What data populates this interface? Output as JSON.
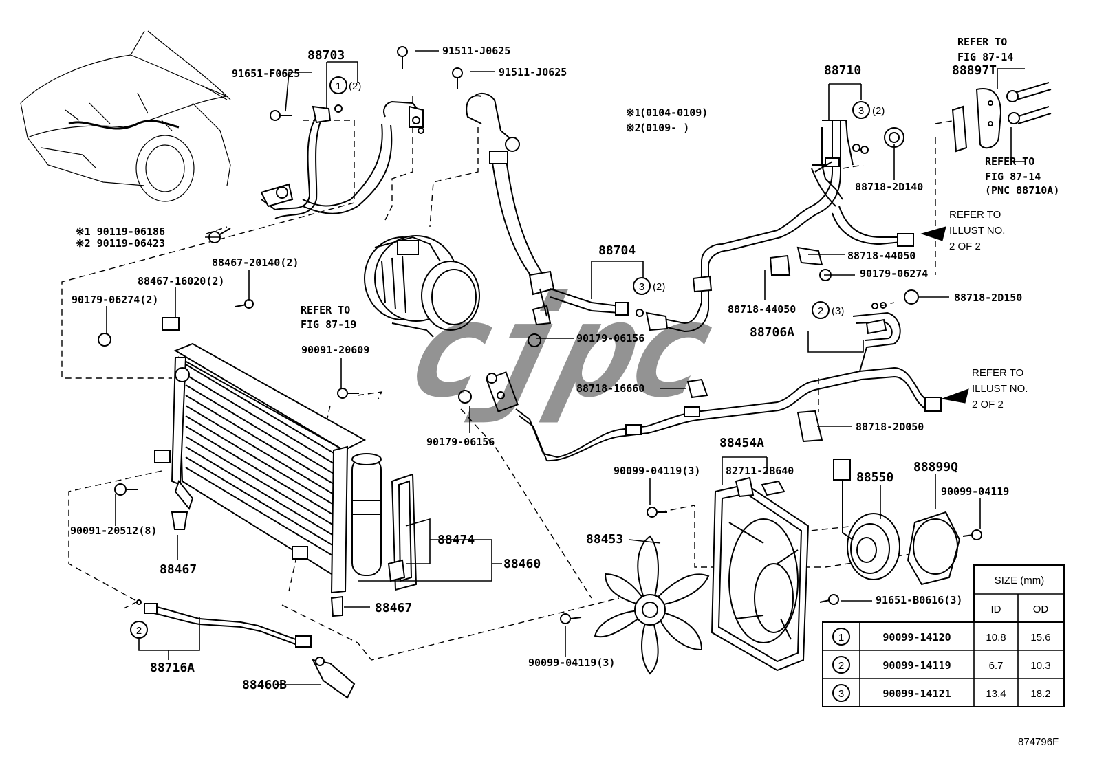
{
  "watermark": "cjpc",
  "figure_id": "874796F",
  "notes": [
    {
      "mark": "※1",
      "text": "(0104-0109)"
    },
    {
      "mark": "※2",
      "text": "(0109-    )"
    }
  ],
  "refs": {
    "fig8714_top": [
      "REFER TO",
      "FIG 87-14"
    ],
    "fig8714_right": [
      "REFER TO",
      "FIG 87-14",
      "(PNC 88710A)"
    ],
    "illust_top": [
      "REFER TO",
      "ILLUST NO.",
      "2 OF 2"
    ],
    "illust_bottom": [
      "REFER TO",
      "ILLUST NO.",
      "2 OF 2"
    ],
    "fig8719": [
      "REFER TO",
      "FIG 87-19"
    ]
  },
  "labels": {
    "p88703": "88703",
    "p91651F": "91651-F0625",
    "p91511a": "91511-J0625",
    "p91511b": "91511-J0625",
    "p90119a": "※1 90119-06186",
    "p90119b": "※2 90119-06423",
    "p88467_20140": "88467-20140(2)",
    "p88467_16020": "88467-16020(2)",
    "p90179_2": "90179-06274(2)",
    "p90091_20609": "90091-20609",
    "p90091_20512": "90091-20512(8)",
    "p88467a": "88467",
    "p88467b": "88467",
    "p88474": "88474",
    "p88460": "88460",
    "p88460B": "88460B",
    "p88716A": "88716A",
    "p90179_06156a": "90179-06156",
    "p90179_06156b": "90179-06156",
    "p88704": "88704",
    "p88710": "88710",
    "p88897T": "88897T",
    "p88718_2D140": "88718-2D140",
    "p88718_44050a": "88718-44050",
    "p88718_44050b": "88718-44050",
    "p90179_06274": "90179-06274",
    "p88718_2D150": "88718-2D150",
    "p88706A": "88706A",
    "p88718_16660": "88718-16660",
    "p88718_2D050": "88718-2D050",
    "p88454A": "88454A",
    "p82711": "82711-2B640",
    "p90099_3a": "90099-04119(3)",
    "p88550": "88550",
    "p88899Q": "88899Q",
    "p90099_1": "90099-04119",
    "p88453": "88453",
    "p91651B": "91651-B0616(3)",
    "p90099_3b": "90099-04119(3)",
    "ring_qty_2": "(2)",
    "ring_qty_3": "(3)"
  },
  "size_table": {
    "header": "SIZE (mm)",
    "cols": [
      "ID",
      "OD"
    ],
    "rows": [
      {
        "ref": "1",
        "part": "90099-14120",
        "id": "10.8",
        "od": "15.6"
      },
      {
        "ref": "2",
        "part": "90099-14119",
        "id": "6.7",
        "od": "10.3"
      },
      {
        "ref": "3",
        "part": "90099-14121",
        "id": "13.4",
        "od": "18.2"
      }
    ]
  }
}
